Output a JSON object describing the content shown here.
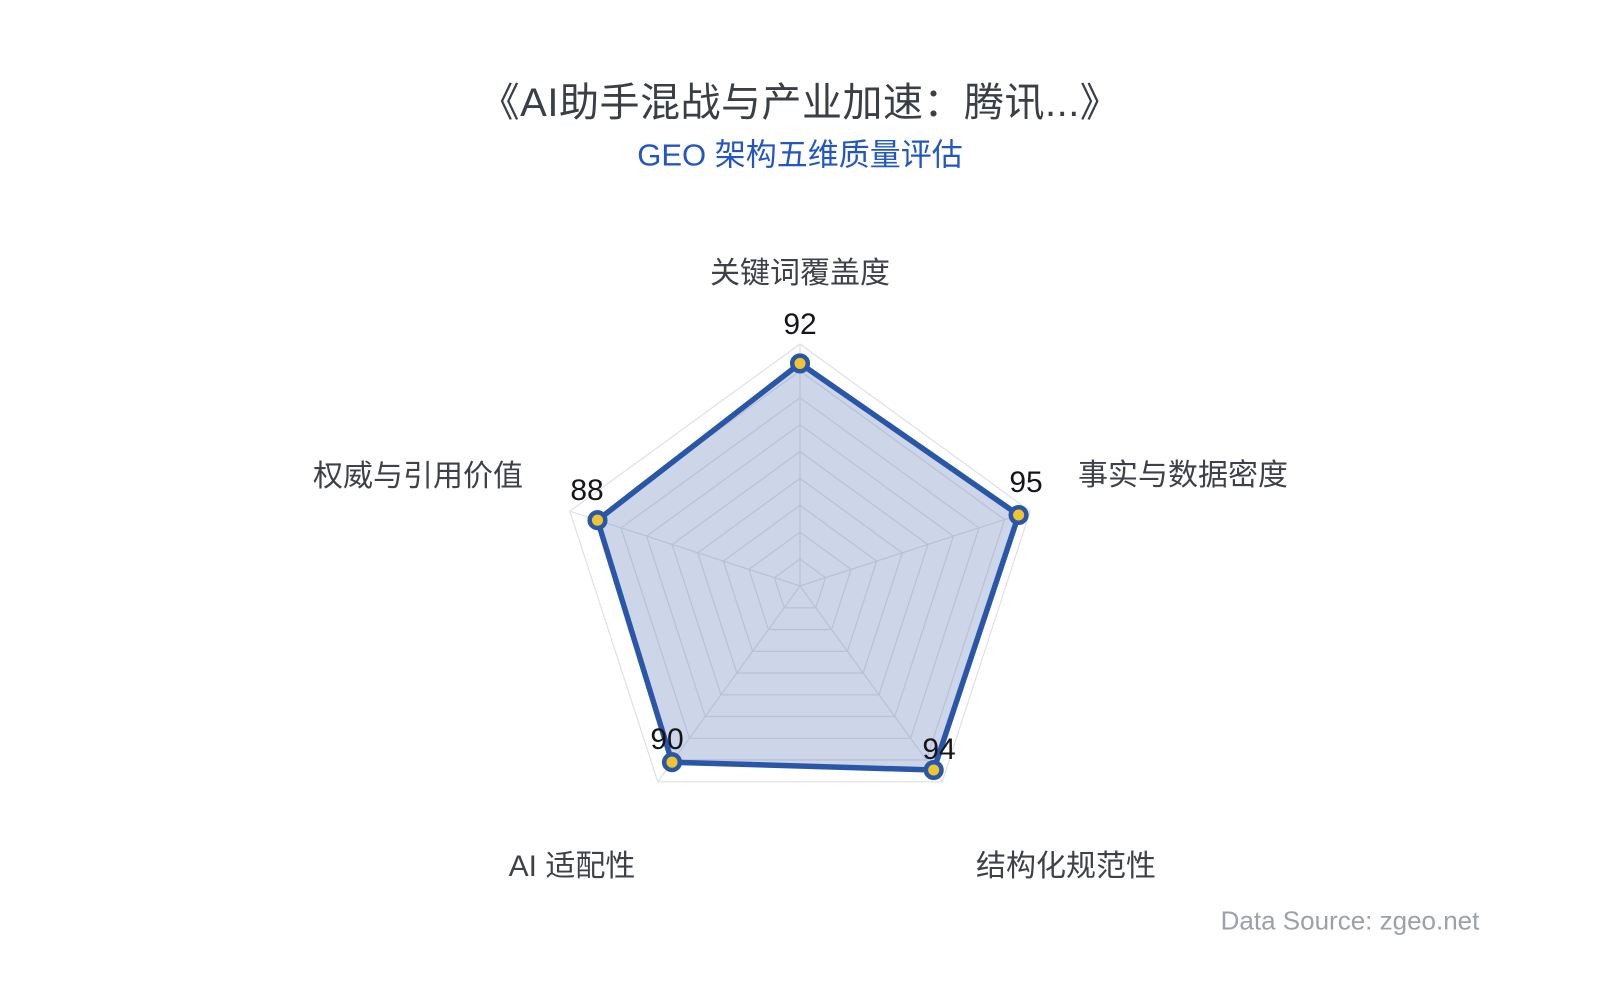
{
  "header": {
    "title": "《AI助手混战与产业加速：腾讯...》",
    "subtitle": "GEO 架构五维质量评估"
  },
  "chart_data": {
    "type": "radar",
    "title": "GEO 架构五维质量评估",
    "axis_min": 0,
    "axis_max": 100,
    "grid_rings": 9,
    "legend": "none",
    "indicators": [
      {
        "name": "关键词覆盖度",
        "value": 92,
        "max": 100
      },
      {
        "name": "事实与数据密度",
        "value": 95,
        "max": 100
      },
      {
        "name": "结构化规范性",
        "value": 94,
        "max": 100
      },
      {
        "name": "AI 适配性",
        "value": 90,
        "max": 100
      },
      {
        "name": "权威与引用价值",
        "value": 88,
        "max": 100
      }
    ],
    "colors": {
      "line": "#2A56A8",
      "area_fill": "rgba(113,136,189,0.35)",
      "point": "#F0C42E",
      "grid": "#DFE0E5",
      "title_text": "#3A3F46",
      "subtitle_text": "#2356C4",
      "axis_label_text": "#3E4248",
      "value_text": "#141619",
      "source_text": "#9CA1A9"
    }
  },
  "footer": {
    "source": "Data Source: zgeo.net"
  }
}
